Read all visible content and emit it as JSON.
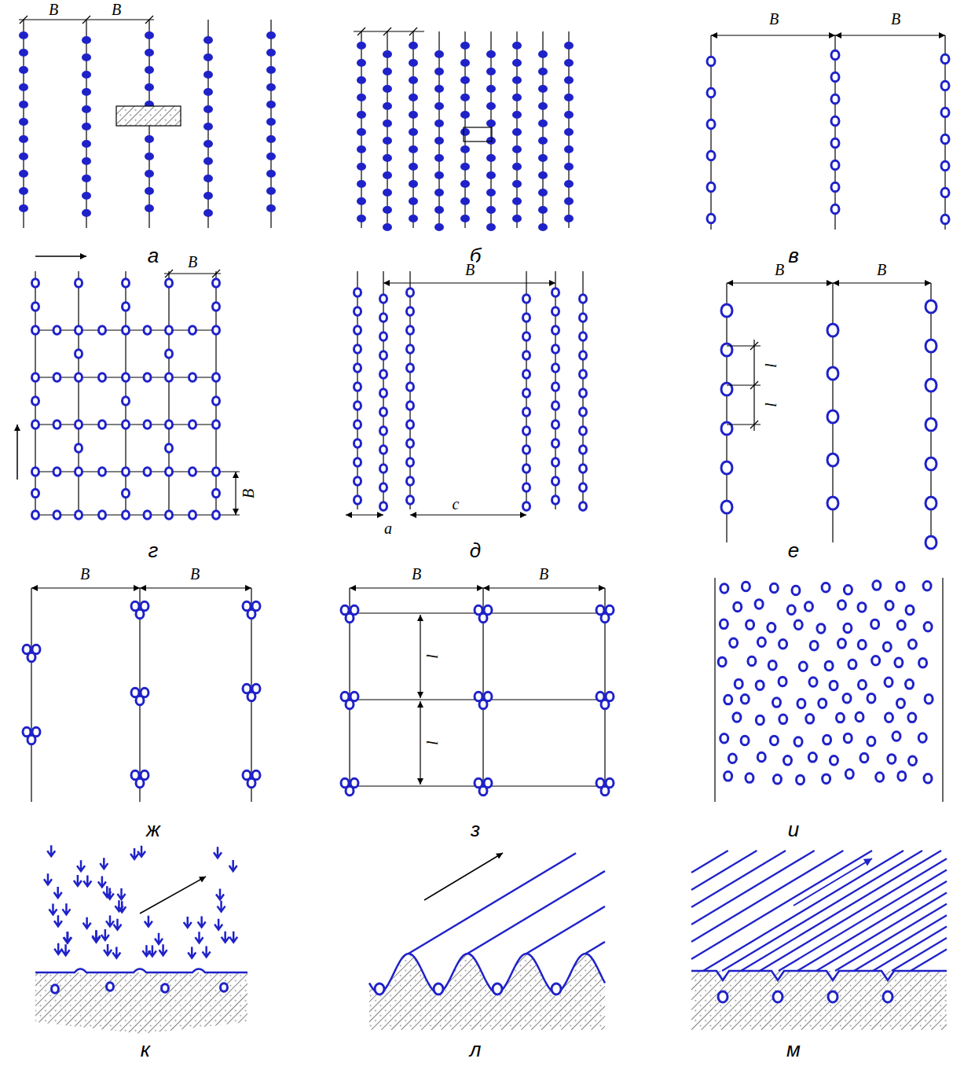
{
  "diagram": {
    "labels": [
      "B",
      "B",
      "B",
      "B",
      "а",
      "б",
      "в",
      "B",
      "B",
      "B",
      "a",
      "c",
      "B",
      "B",
      "l",
      "l",
      "г",
      "д",
      "е",
      "B",
      "B",
      "B",
      "B",
      "l",
      "l",
      "ж",
      "з",
      "и",
      "к",
      "л",
      "м"
    ]
  }
}
